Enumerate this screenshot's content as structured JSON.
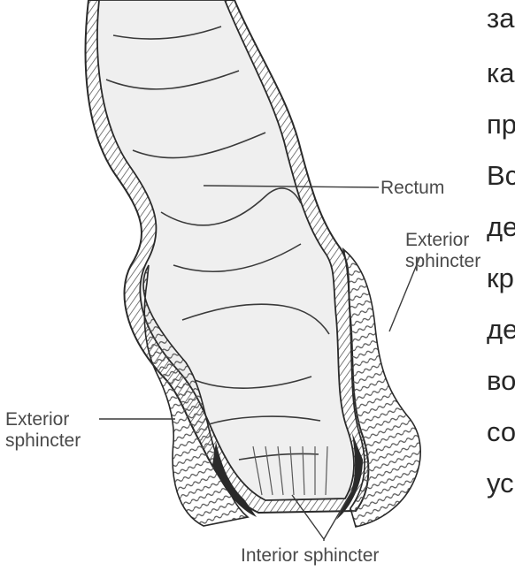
{
  "labels": {
    "rectum": "Rectum",
    "exterior_sphincter_right": [
      "Exterior",
      "sphincter"
    ],
    "exterior_sphincter_left": [
      "Exterior",
      "sphincter"
    ],
    "interior_sphincter": "Interior sphincter"
  },
  "side_text_fragments": [
    "за",
    "ка",
    "пр",
    "Вс",
    "де",
    "кр",
    "де",
    "во",
    "со",
    "ус"
  ],
  "colors": {
    "ink": "#2a2a2a",
    "tissue_fill": "#efefef",
    "hatch": "#6a6a6a",
    "label_text": "#4a4a4a",
    "side_text": "#262626"
  }
}
